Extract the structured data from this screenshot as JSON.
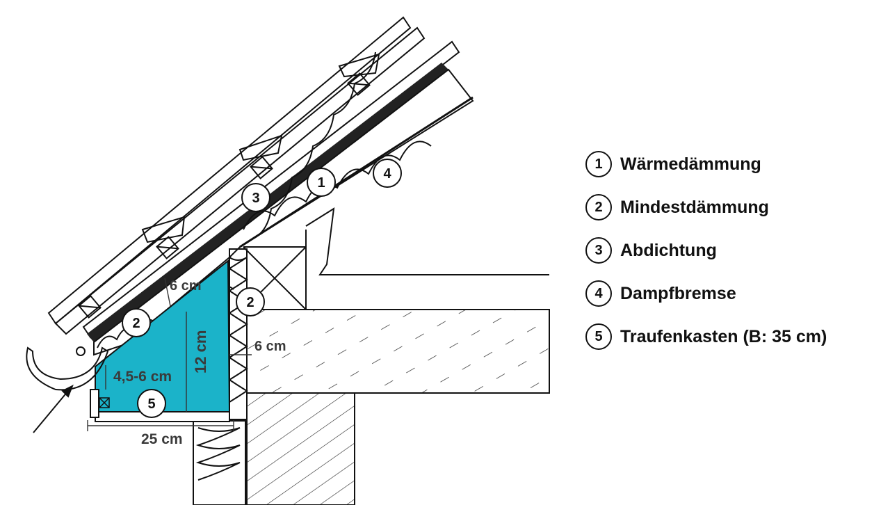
{
  "markers": {
    "m1": "1",
    "m2a": "2",
    "m2b": "2",
    "m3": "3",
    "m4": "4",
    "m5": "5"
  },
  "dimensions": {
    "top_insulation": "6 cm",
    "eave_height": "12 cm",
    "eave_min": "4,5-6 cm",
    "wall_insulation": "6 cm",
    "eave_width": "25 cm"
  },
  "legend": [
    {
      "num": "1",
      "label": "Wärmedämmung"
    },
    {
      "num": "2",
      "label": "Mindestdämmung"
    },
    {
      "num": "3",
      "label": "Abdichtung"
    },
    {
      "num": "4",
      "label": "Dampfbremse"
    },
    {
      "num": "5",
      "label": "Traufenkasten (B: 35 cm)"
    }
  ],
  "colors": {
    "eave_box_fill": "#1bb3c9",
    "ink": "#111111"
  }
}
